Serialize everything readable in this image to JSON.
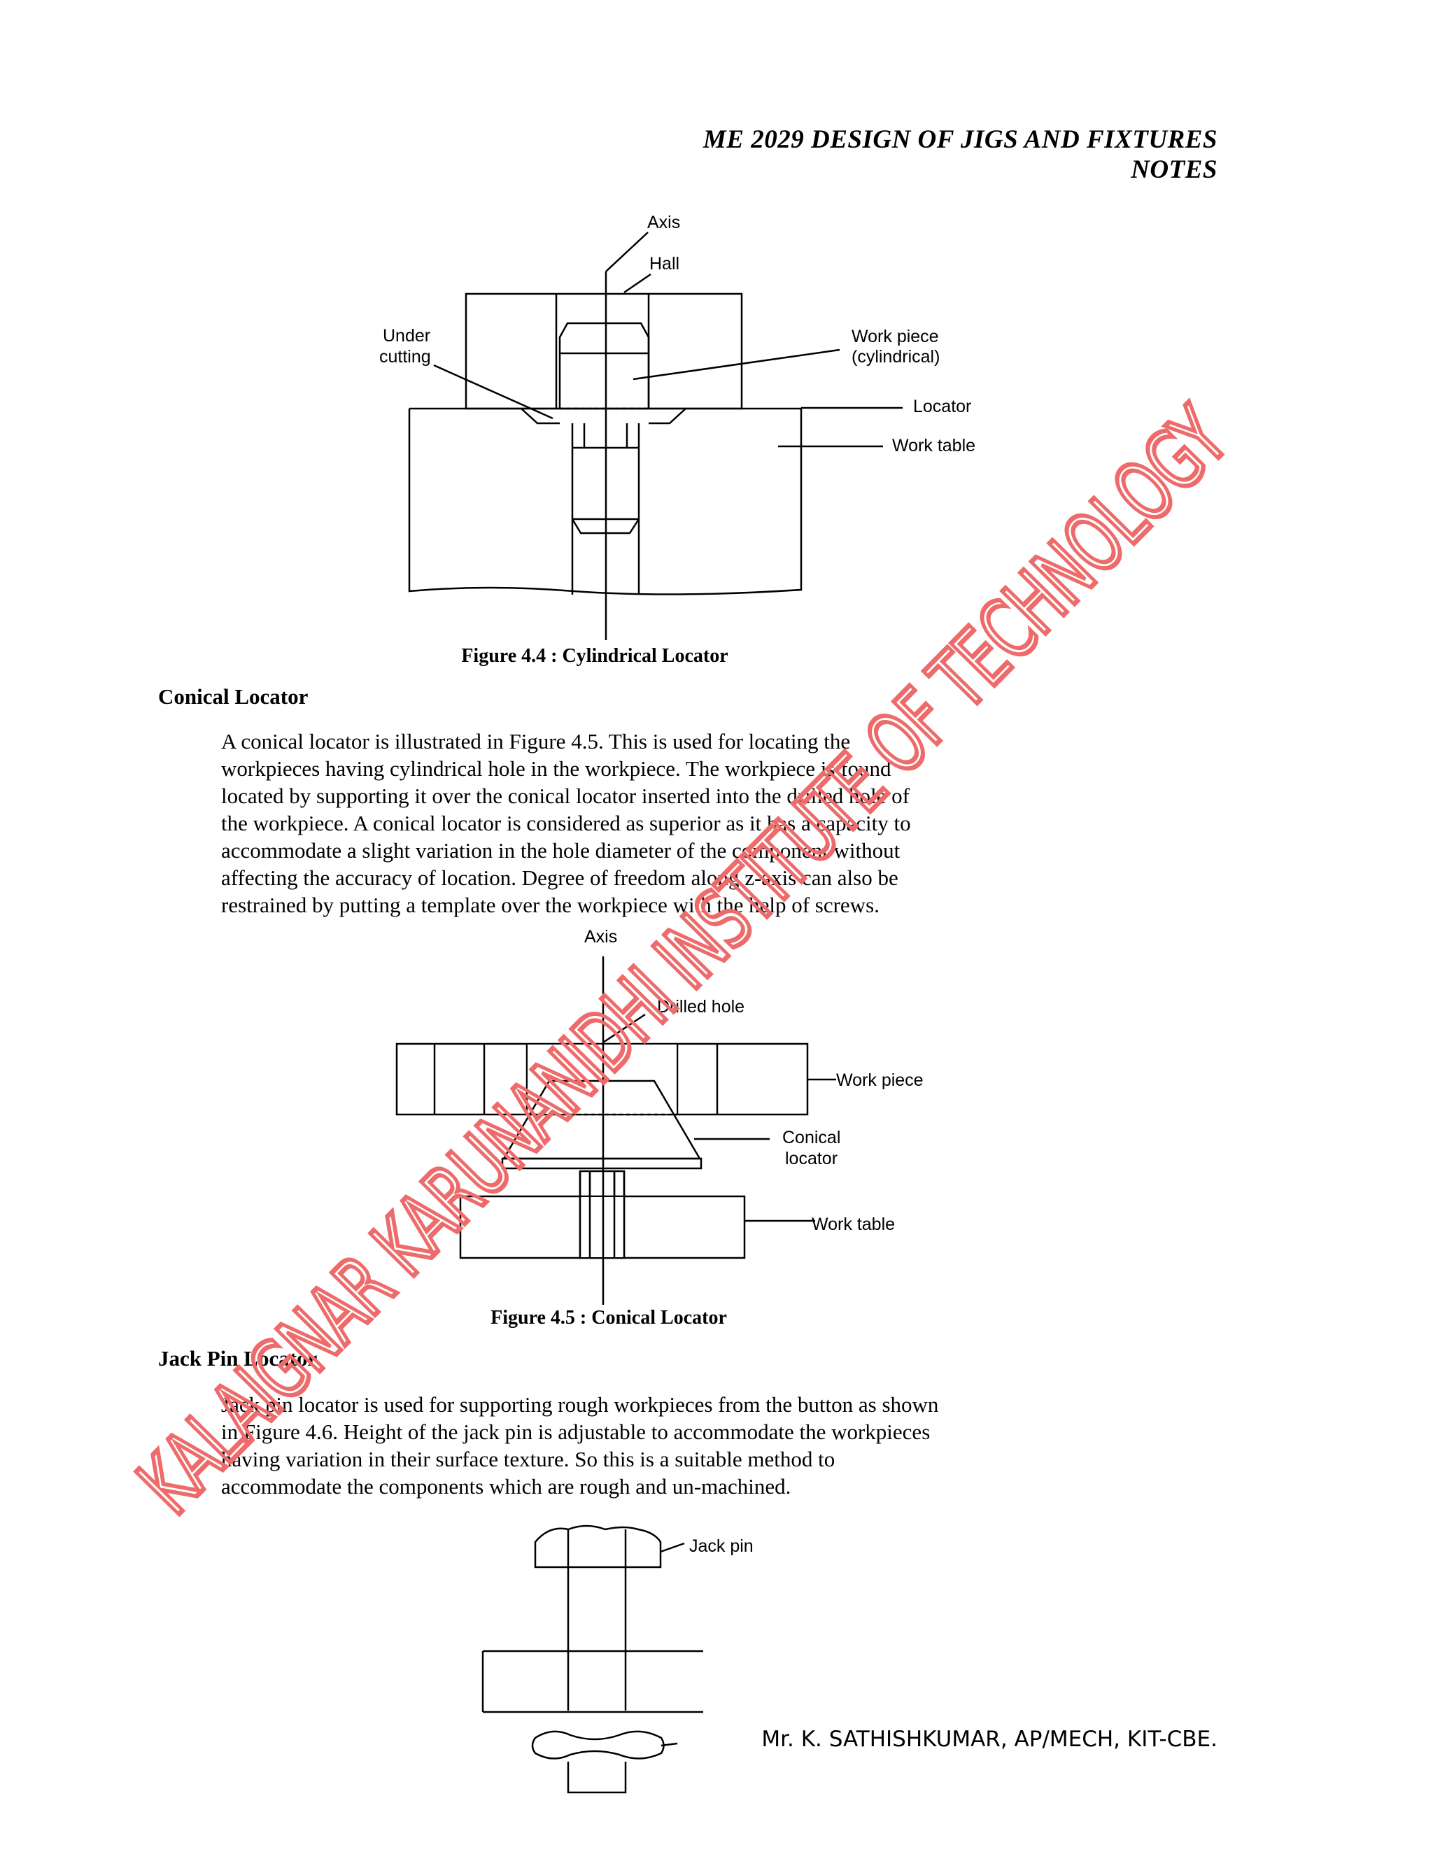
{
  "header": {
    "title": "ME 2029 DESIGN OF JIGS AND FIXTURES NOTES"
  },
  "figure_4_4": {
    "labels": {
      "axis": "Axis",
      "hall": "Hall",
      "under_line1": "Under",
      "under_line2": "cutting",
      "workpiece_line1": "Work piece",
      "workpiece_line2": "(cylindrical)",
      "locator": "Locator",
      "work_table": "Work table"
    },
    "caption": "Figure 4.4 : Cylindrical Locator"
  },
  "conical": {
    "title": "Conical Locator",
    "lines": [
      "A conical locator is illustrated in Figure 4.5. This is used for locating the",
      "workpieces having cylindrical hole in the workpiece. The workpiece is found",
      "located by supporting it over the conical locator inserted into the drilled hole of",
      "the workpiece. A conical locator is considered as superior as it has a capacity to",
      "accommodate a slight variation in the hole diameter of the component without",
      "affecting the accuracy of location. Degree of freedom along z-axis can also be",
      "restrained by putting a template over the workpiece with the help of screws."
    ]
  },
  "figure_4_5": {
    "labels": {
      "axis": "Axis",
      "drilled_hole": "Drilled hole",
      "work_piece": "Work piece",
      "conical_line1": "Conical",
      "conical_line2": "locator",
      "work_table": "Work table"
    },
    "caption": "Figure 4.5 : Conical Locator"
  },
  "jackpin": {
    "title": "Jack Pin Locator",
    "lines": [
      "Jack pin locator is used for supporting rough workpieces from the button as shown",
      "in Figure 4.6. Height of the jack pin is adjustable to accommodate the workpieces",
      "having variation in their surface texture. So this is a suitable method to",
      "accommodate the components which are rough and un-machined."
    ]
  },
  "figure_4_6": {
    "labels": {
      "jack_pin": "Jack pin"
    }
  },
  "watermark": {
    "text": "KALAIGNAR KARUNANIDHI INSTITUTE OF TECHNOLOGY",
    "color": "#ee6b6b"
  },
  "footer": {
    "author": "Mr. K. SATHISHKUMAR, AP/MECH, KIT-CBE."
  }
}
